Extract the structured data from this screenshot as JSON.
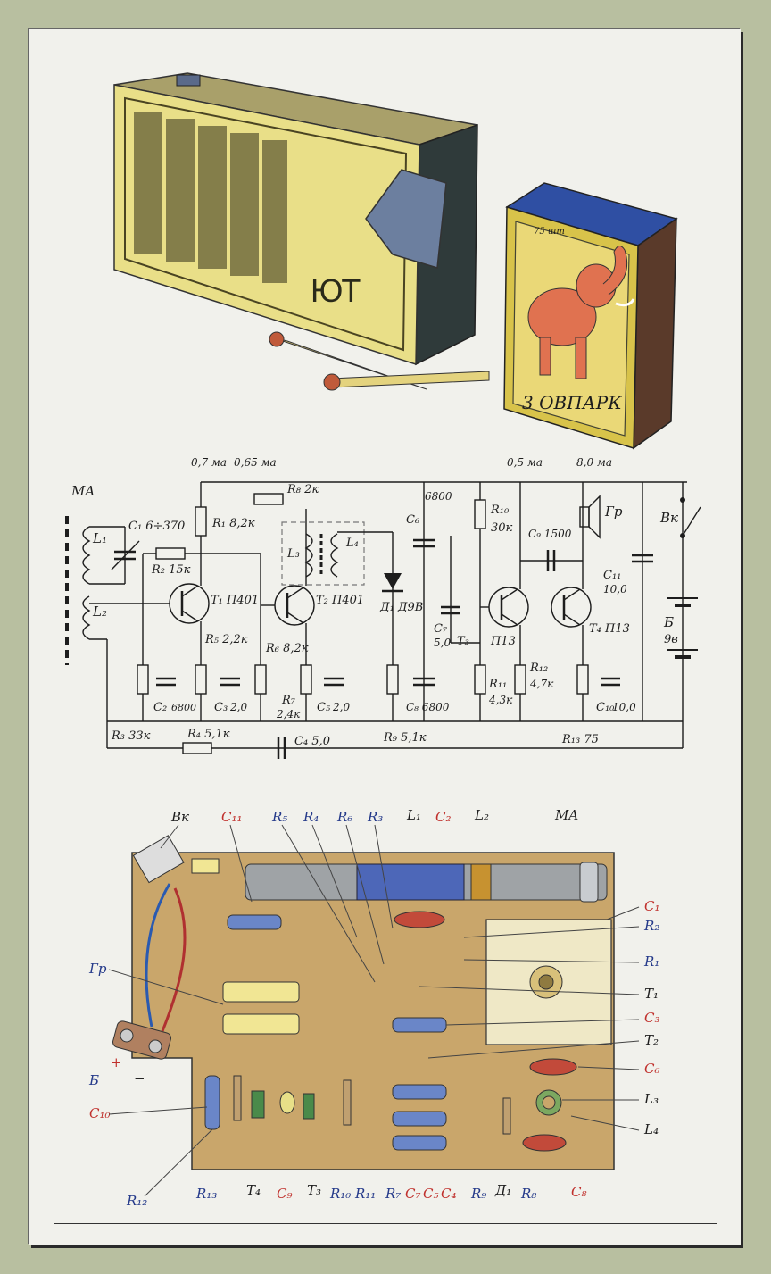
{
  "radio": {
    "logo": "ЮТ"
  },
  "matchbox": {
    "count": "75 шт",
    "brand": "3 ОВПАРК"
  },
  "schematic": {
    "currents": [
      "0,7 ма",
      "0,65 ма",
      "0,5 ма",
      "8,0 ма"
    ],
    "labels": {
      "MA": "MA",
      "L1": "L₁",
      "L2": "L₂",
      "C1": "C₁ 6÷370",
      "R2": "R₂ 15к",
      "T1": "T₁ П401",
      "R1": "R₁ 8,2к",
      "R8": "R₈ 2к",
      "L3": "L₃",
      "L4": "L₄",
      "T2": "T₂ П401",
      "R5": "R₅ 2,2к",
      "R6": "R₆ 8,2к",
      "C6": "C₆",
      "C6v": "6800",
      "D1": "Д₁ Д9В",
      "C7": "C₇",
      "C7v": "5,0",
      "R10": "R₁₀",
      "R10v": "30к",
      "C9": "C₉ 1500",
      "Gr": "Гр",
      "Vk": "Вк",
      "T3": "T₃",
      "T3v": "П13",
      "T4": "T₄ П13",
      "C11": "C₁₁",
      "C11v": "10,0",
      "B": "Б",
      "Bv": "9в",
      "R12": "R₁₂",
      "R12v": "4,7к",
      "R11": "R₁₁",
      "R11v": "4,3к",
      "C2": "C₂",
      "C2v": "6800",
      "C3": "C₃",
      "C3v": "2,0",
      "R7": "R₇",
      "R7v": "2,4к",
      "C5": "C₅",
      "C5v": "2,0",
      "C8": "C₈ 6800",
      "C10": "C₁₀",
      "C10v": "10,0",
      "R3": "R₃ 33к",
      "R4": "R₄ 5,1к",
      "C4": "C₄ 5,0",
      "R9": "R₉ 5,1к",
      "R13": "R₁₃ 75"
    }
  },
  "board": {
    "top_labels": [
      "Вк",
      "C₁₁",
      "R₅",
      "R₄",
      "R₆",
      "R₃",
      "L₁",
      "C₂",
      "L₂",
      "MA"
    ],
    "right_labels": [
      "C₁",
      "R₂",
      "R₁",
      "T₁",
      "C₃",
      "T₂",
      "C₆",
      "L₃",
      "L₄",
      "C₈"
    ],
    "left_labels": [
      "Гр",
      "+",
      "Б",
      "−",
      "C₁₀",
      "R₁₂"
    ],
    "bottom_labels": [
      "R₁₃",
      "T₄",
      "C₉",
      "T₃",
      "R₁₀",
      "R₁₁",
      "R₇",
      "C₇",
      "C₅",
      "C₄",
      "R₉",
      "Д₁",
      "R₈"
    ]
  },
  "colors": {
    "board": "#c9a66b",
    "radio_body": "#e9df88",
    "matchbox_top": "#2f4fa3",
    "elephant": "#e07250",
    "red_label": "#c0302c",
    "blue_label": "#253a8a"
  }
}
